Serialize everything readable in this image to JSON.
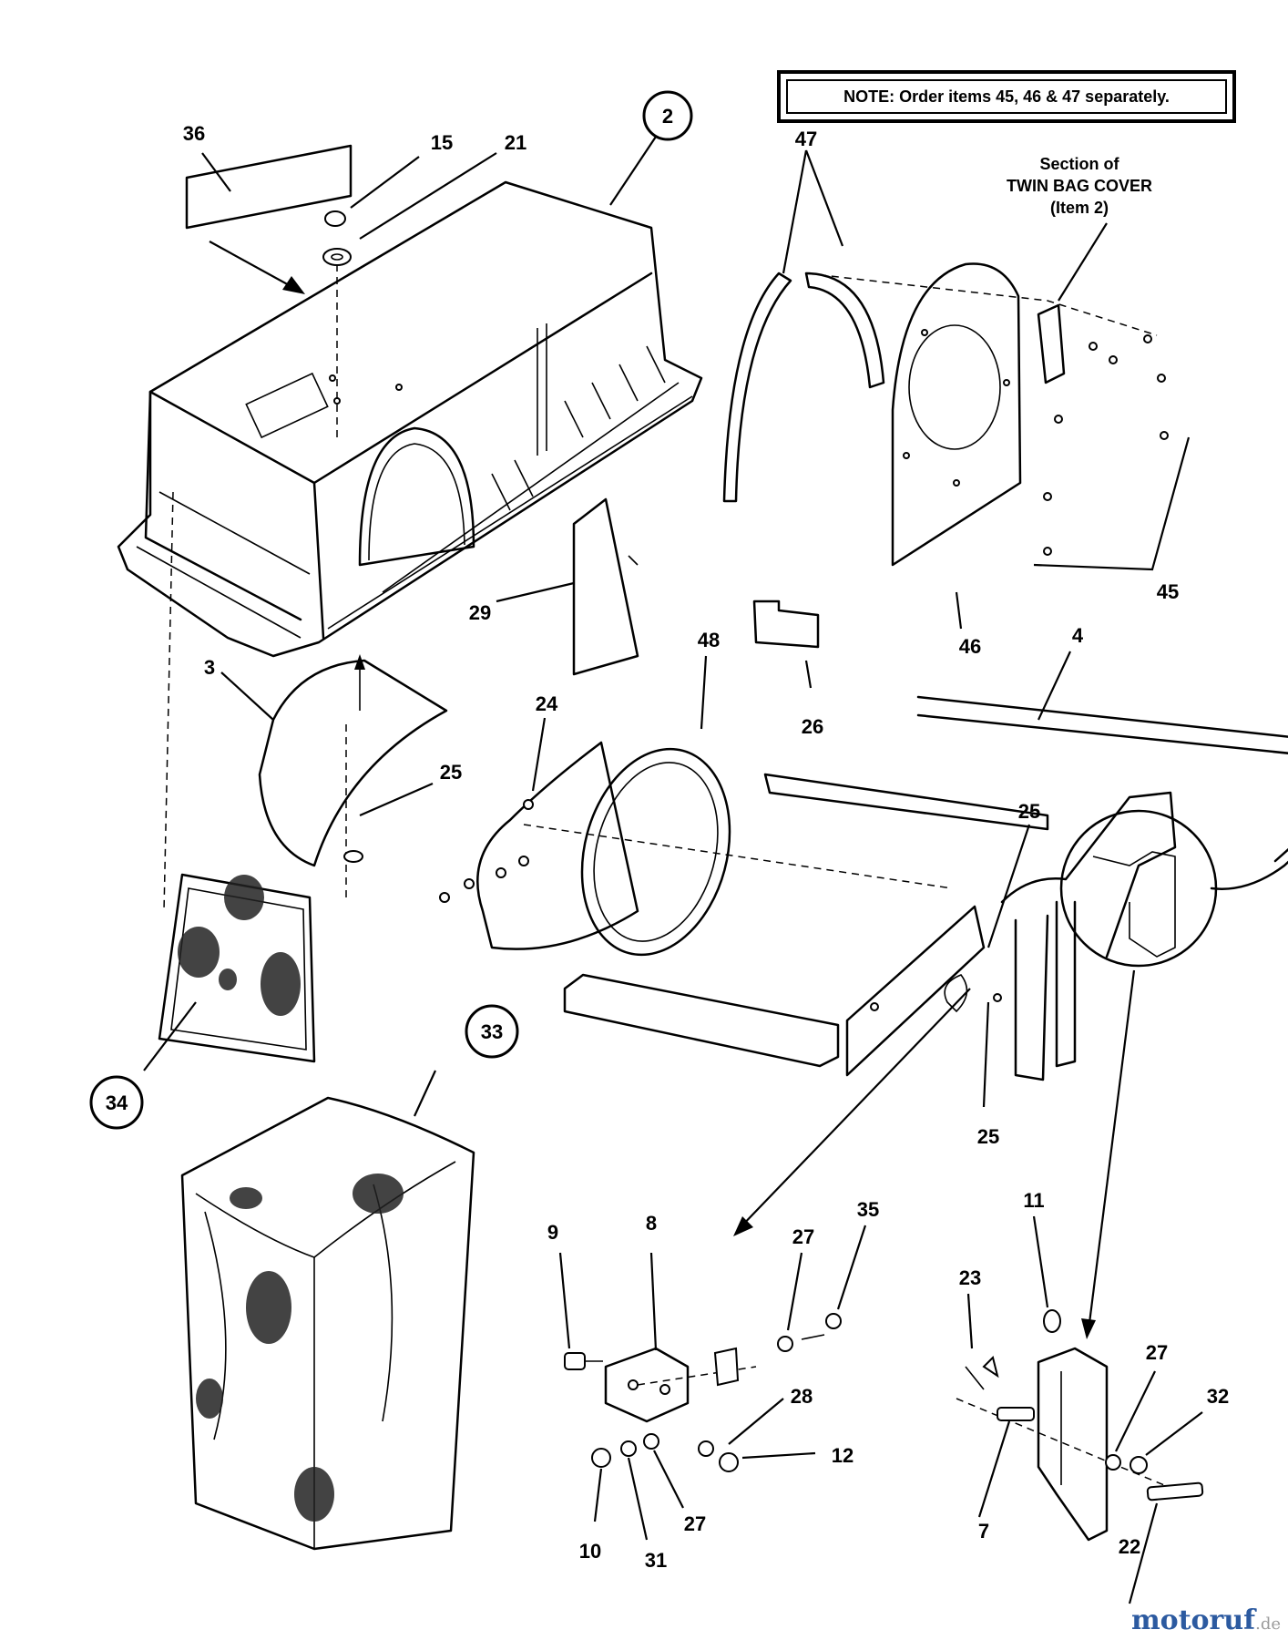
{
  "note": "NOTE: Order items 45, 46 & 47 separately.",
  "section_label": [
    "Section of",
    "TWIN BAG COVER",
    "(Item 2)"
  ],
  "watermark": {
    "main": "motoruf",
    "tld": ".de"
  },
  "callouts": {
    "c36": "36",
    "c15": "15",
    "c21": "21",
    "c2": "2",
    "c47": "47",
    "c3": "3",
    "c25a": "25",
    "c29": "29",
    "c48": "48",
    "c24": "24",
    "c26": "26",
    "c46": "46",
    "c45": "45",
    "c4": "4",
    "c25b": "25",
    "c25c": "25",
    "c34": "34",
    "c33": "33",
    "c9": "9",
    "c8": "8",
    "c27a": "27",
    "c35": "35",
    "c28": "28",
    "c12": "12",
    "c10": "10",
    "c31": "31",
    "c27b": "27",
    "c11": "11",
    "c23": "23",
    "c27c": "27",
    "c32": "32",
    "c7": "7",
    "c22": "22"
  }
}
